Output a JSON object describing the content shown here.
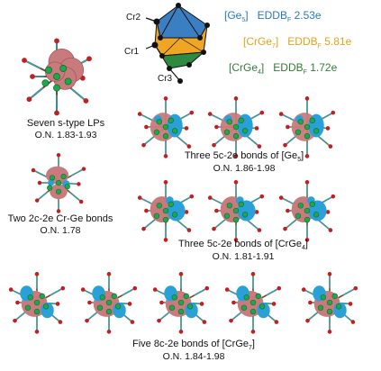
{
  "header": {
    "cluster_labels": {
      "cr1": "Cr1",
      "cr2": "Cr2",
      "cr3": "Cr3"
    },
    "eddb": [
      {
        "prefix": "[Ge",
        "index": "5",
        "suffix": "]",
        "name": "EDDB",
        "sub": "F",
        "value": "2.53e",
        "color": "#2a78b8"
      },
      {
        "prefix": "[CrGe",
        "index": "7",
        "suffix": "]",
        "name": "EDDB",
        "sub": "F",
        "value": "5.81e",
        "color": "#e3a21c"
      },
      {
        "prefix": "[CrGe",
        "index": "4",
        "suffix": "]",
        "name": "EDDB",
        "sub": "F",
        "value": "1.72e",
        "color": "#2f7d3a"
      }
    ],
    "colors": {
      "top_face": "#3b7fc2",
      "mid_face": "#f0a523",
      "bottom_face": "#2d8a3e"
    }
  },
  "captions": {
    "lp_title": "Seven s-type LPs",
    "lp_on": "O.N. 1.83-1.93",
    "crge_title": "Two 2c-2e Cr-Ge bonds",
    "crge_on": "O.N. 1.78",
    "ge5_title": "Three 5c-2e bonds of [Ge",
    "ge5_index": "5",
    "ge5_on": "O.N. 1.86-1.98",
    "crge4_title": "Three 5c-2e bonds of [CrGe",
    "crge4_index": "4",
    "crge4_on": "O.N. 1.81-1.91",
    "crge7_title": "Five 8c-2e bonds of [CrGe",
    "crge7_index": "7",
    "crge7_on": "O.N. 1.84-1.98"
  },
  "orbital_colors": {
    "positive": "#c97a7c",
    "negative": "#2aa0d8",
    "bond": "#6b4a2e",
    "ge_atom": "#1fa84b",
    "ligand": "#c21f1f",
    "link": "#2aa6b0"
  }
}
